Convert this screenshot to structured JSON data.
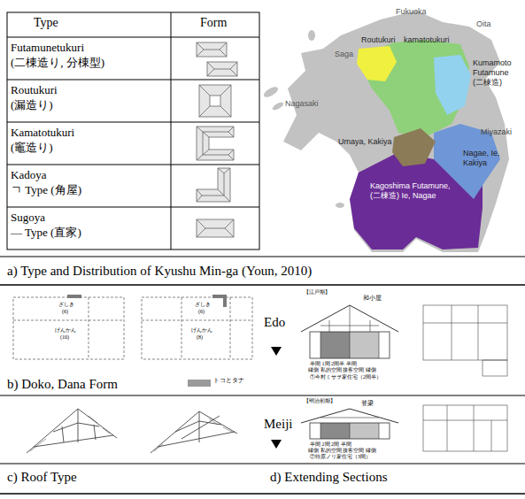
{
  "diagram": {
    "labels": [
      "Type",
      "Form",
      "Futamunetukuri",
      "(二棟造り, 分棟型)",
      "Routukuri",
      "(漏造り)",
      "Kamatotukuri",
      "(竈造り)",
      "Kadoya",
      "ㄱ Type (角屋)",
      "Sugoya",
      "— Type (直家)",
      "Fukuoka",
      "Oita",
      "Saga",
      "Nagasaki",
      "Miyazaki",
      "Routukuri",
      "kamatotukuri",
      "Kumamoto Futamune (二棟造)",
      "Umaya, Kakiya",
      "Nagae, Ie, Kakiya",
      "Kagoshima Futamune,(二棟造) Ie, Nagae",
      "a) Type and Distribution of Kyushu Min-ga (Youn, 2010)",
      "ざしき",
      "(6)",
      "げんかん",
      "(10)",
      "ざしき",
      "(6)",
      "げんかん",
      "(8)",
      "b) Doko, Dana Form",
      "Edo",
      "【江戸期】",
      "和小屋",
      "半間 1間 2間半 半間",
      "縁側 私的空間 接客空間 縁側",
      "①今村ミサヲ家住宅（2間半）",
      "Meiji",
      "【明治初期】",
      "登梁",
      "半間 2間 2間 半間",
      "縁側 私的空間 接客空間 縁側",
      "②待原ノリ家住宅（3間）",
      "c) Roof Type",
      "d) Extending Sections"
    ],
    "legend": [
      {
        "text": "トコとタナ",
        "color": "#9a9a9a"
      }
    ]
  }
}
